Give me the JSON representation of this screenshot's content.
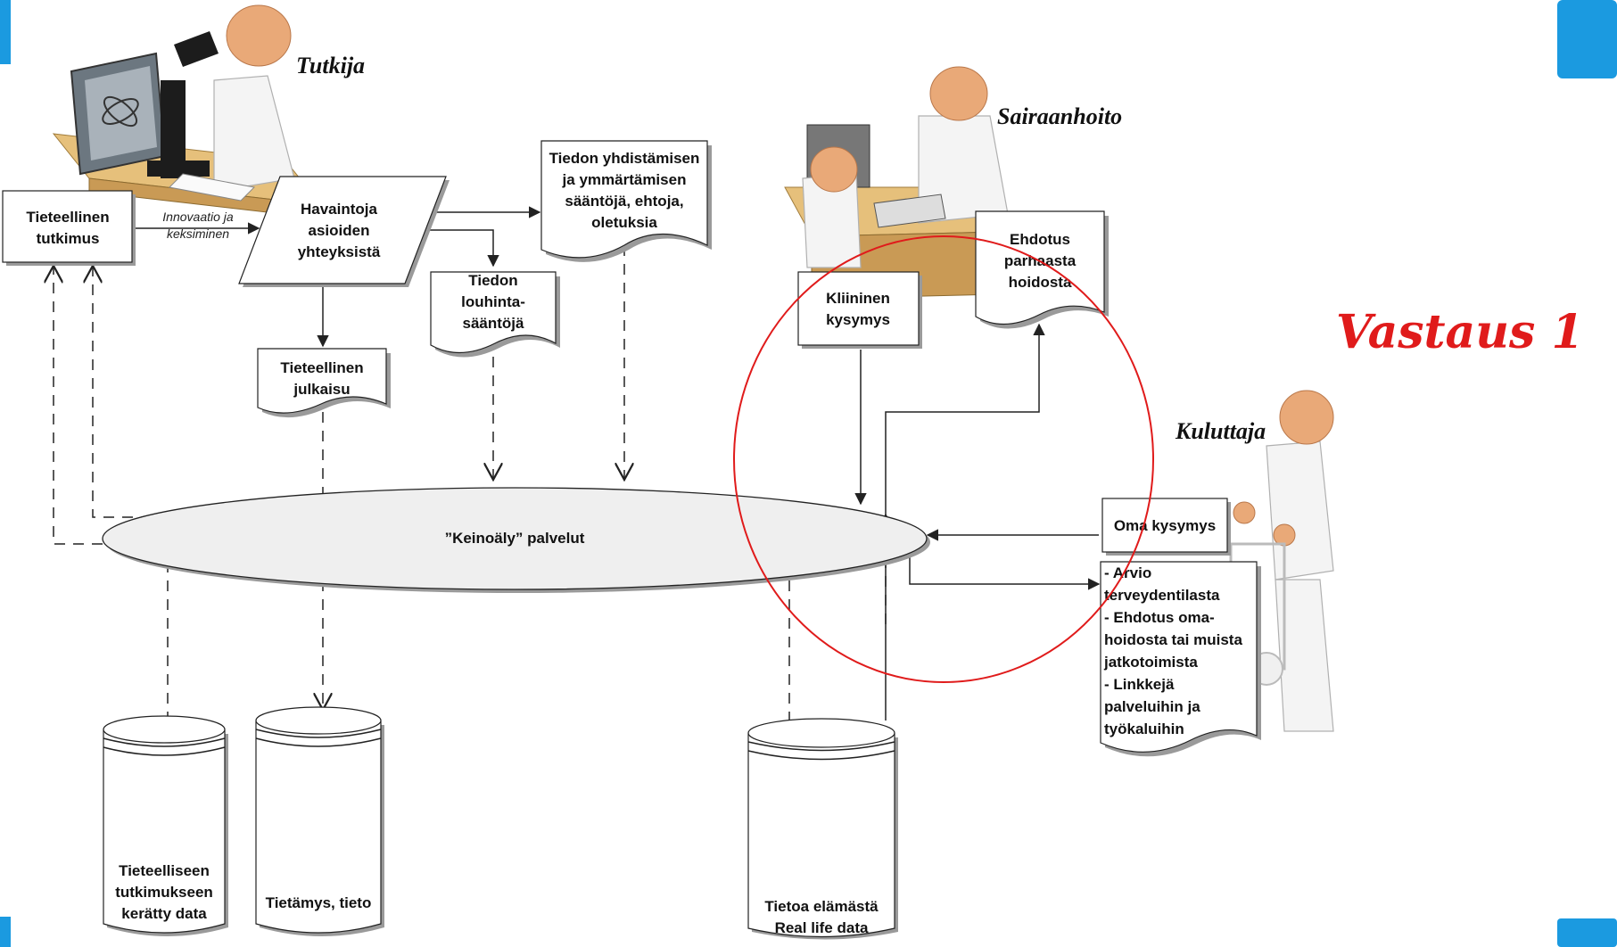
{
  "actors": {
    "researcher": "Tutkija",
    "healthcare": "Sairaanhoito",
    "consumer": "Kuluttaja"
  },
  "nodes": {
    "scientific_research": [
      "Tieteellinen",
      "tutkimus"
    ],
    "innovation_label": [
      "Innovaatio ja",
      "keksiminen"
    ],
    "observations": [
      "Havaintoja",
      "asioiden",
      "yhteyksistä"
    ],
    "combining_rules": [
      "Tiedon yhdistämisen",
      "ja ymmärtämisen",
      "sääntöjä, ehtoja,",
      "oletuksia"
    ],
    "mining_rules": [
      "Tiedon",
      "louhinta-",
      "sääntöjä"
    ],
    "publication": [
      "Tieteellinen",
      "julkaisu"
    ],
    "ai_services": "”Keinoäly” palvelut",
    "clinical_question": [
      "Kliininen",
      "kysymys"
    ],
    "best_care_proposal": [
      "Ehdotus",
      "parhaasta",
      "hoidosta"
    ],
    "own_question": "Oma kysymys",
    "consumer_answer": [
      "- Arvio",
      "terveydentilasta",
      "- Ehdotus oma-",
      "hoidosta tai muista",
      "jatkotoimista",
      "- Linkkejä",
      "palveluihin ja",
      "työkaluihin"
    ],
    "research_data": [
      "Tieteelliseen",
      "tutkimukseen",
      "kerätty data"
    ],
    "knowledge": "Tietämys, tieto",
    "real_life_data": [
      "Tietoa elämästä",
      "Real life data"
    ]
  },
  "annotation": {
    "text": "Vastaus 1",
    "color": "#e01b1b"
  },
  "colors": {
    "accent_blue": "#1b9ae0",
    "annotation_red": "#e01b1b"
  }
}
